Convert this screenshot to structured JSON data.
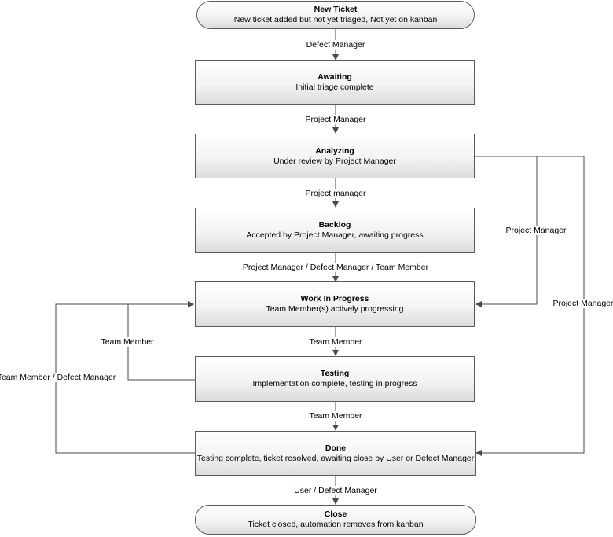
{
  "nodes": {
    "new_ticket": {
      "title": "New Ticket",
      "desc": "New ticket added but not yet triaged, Not yet on kanban"
    },
    "awaiting": {
      "title": "Awaiting",
      "desc": "Initial triage complete"
    },
    "analyzing": {
      "title": "Analyzing",
      "desc": "Under review by Project Manager"
    },
    "backlog": {
      "title": "Backlog",
      "desc": "Accepted by Project Manager, awaiting progress"
    },
    "wip": {
      "title": "Work In Progress",
      "desc": "Team Member(s) actively progressing"
    },
    "testing": {
      "title": "Testing",
      "desc": "Implementation complete, testing in progress"
    },
    "done": {
      "title": "Done",
      "desc": "Testing complete, ticket resolved, awaiting close by User or Defect Manager"
    },
    "close": {
      "title": "Close",
      "desc": "Ticket closed, automation removes from kanban"
    }
  },
  "edges": {
    "new_to_awaiting": "Defect Manager",
    "awaiting_to_analyzing": "Project Manager",
    "analyzing_to_backlog": "Project manager",
    "backlog_to_wip": "Project Manager / Defect Manager / Team Member",
    "wip_to_testing": "Team Member",
    "testing_to_done": "Team Member",
    "done_to_close": "User / Defect Manager",
    "testing_to_wip": "Team Member",
    "done_to_wip": "Team Member / Defect Manager",
    "analyzing_to_wip": "Project Manager",
    "analyzing_to_done": "Project Manager"
  }
}
